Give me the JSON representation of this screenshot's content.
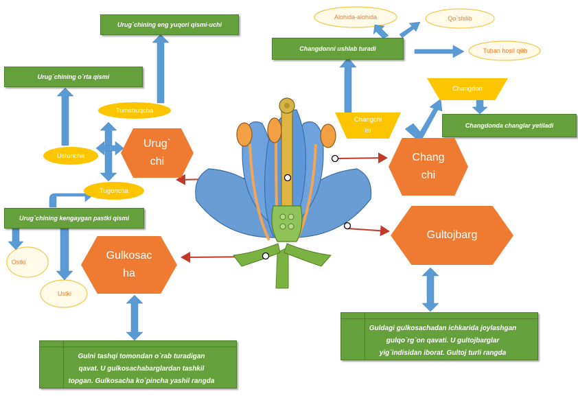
{
  "colors": {
    "green": "#64a13c",
    "orange": "#ee7b31",
    "yellow": "#fdc500",
    "blue": "#5b9bd5",
    "red": "#c0392b"
  },
  "pistil": {
    "top_box": "Urug`chining eng yuqori qismi-uchi",
    "middle_box": "Urug`chining o`rta qismi",
    "bottom_box": "Urug`chining kengaygan pastki qismi",
    "hex": "Urug` chi",
    "parts": {
      "stigma": "Tumshuqcha",
      "style": "Ustuncha",
      "ovary": "Tugoncha"
    },
    "ovary_types": {
      "lower": "Ostki",
      "upper": "Ustki"
    }
  },
  "stamen": {
    "hex": "Chang chi",
    "anther": "Changdon",
    "filament": "Changchi ini",
    "anther_box": "Changdonda changlar yetiladi",
    "filament_box": "Changdonni ushlab turadi",
    "clouds": {
      "a": "Alohida-alohida",
      "b": "Qo`shilib",
      "c": "Tuban hosil qilib"
    }
  },
  "petal": {
    "hex": "Gultojbarg",
    "desc": "Guldagi gulkosachadan ichkarida joylashgan gulqo`rg`on qavati. U gultojbarglar yig`indisidan iborat. Gultoj turli rangda bo`ladi"
  },
  "sepal": {
    "hex": "Gulkosac ha",
    "desc": "Gulni tashqi tomondan o`rab turadigan qavat. U gulkosachabarglardan tashkil topgan. Gulkosacha ko`pincha yashil rangda bo`ladi."
  }
}
